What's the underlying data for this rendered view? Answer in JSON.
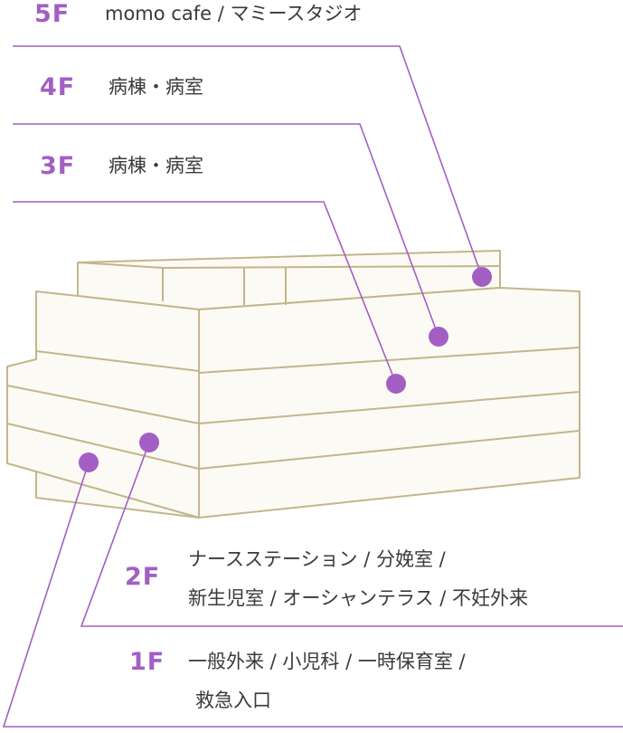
{
  "colors": {
    "accent": "#a35ec4",
    "outline": "#c2b68c",
    "fill": "#fcfaf4",
    "text": "#3a3a3a"
  },
  "floors": [
    {
      "level": "5F",
      "description": [
        "momo cafe / マミースタジオ"
      ]
    },
    {
      "level": "4F",
      "description": [
        "病棟・病室"
      ]
    },
    {
      "level": "3F",
      "description": [
        "病棟・病室"
      ]
    },
    {
      "level": "2F",
      "description": [
        "ナースステーション / 分娩室 /",
        "新生児室 / オーシャンテラス / 不妊外来"
      ]
    },
    {
      "level": "1F",
      "description": [
        "一般外来 / 小児科 / 一時保育室 /",
        "救急入口"
      ]
    }
  ]
}
